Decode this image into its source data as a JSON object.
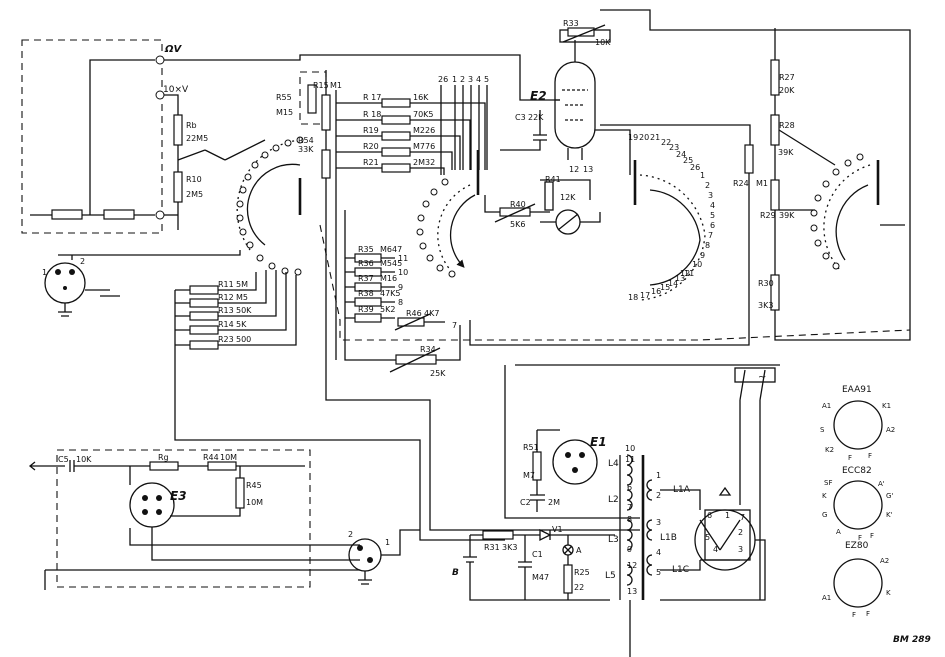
{
  "sheet_id": "BM 289",
  "labels": {
    "omega_v": "ΩV",
    "ten_x_v": "10×V",
    "tube_e2": "E2",
    "tube_e1": "E1",
    "tube_e3": "E3",
    "battery": "B",
    "lamp": "A",
    "mains_symbol": "~"
  },
  "resistors": {
    "rb": [
      "Rb",
      "22M5"
    ],
    "r10": [
      "R10",
      "2M5"
    ],
    "r55": [
      "R55",
      "M15"
    ],
    "r15": [
      "R15",
      "M1"
    ],
    "r54": [
      "R54",
      "33K"
    ],
    "r17": [
      "R 17",
      "16K"
    ],
    "r18": [
      "R 18",
      "70K5"
    ],
    "r19": [
      "R19",
      "M226"
    ],
    "r20": [
      "R20",
      "M776"
    ],
    "r21": [
      "R21",
      "2M32"
    ],
    "r33": [
      "R33",
      "10K"
    ],
    "r40": [
      "R40",
      "5K6"
    ],
    "r41": [
      "R41",
      "12K"
    ],
    "r35": [
      "R35",
      "M647"
    ],
    "r36": [
      "R36",
      "M545"
    ],
    "r37": [
      "R37",
      "M16"
    ],
    "r38": [
      "R38",
      "47K5"
    ],
    "r39": [
      "R39",
      "5K2"
    ],
    "r46": [
      "R46",
      "4K7"
    ],
    "r34": [
      "R34",
      "25K"
    ],
    "r27": [
      "R27",
      "20K"
    ],
    "r28": [
      "R28",
      "39K"
    ],
    "r29": [
      "R29",
      "39K"
    ],
    "r30": [
      "R30",
      "3K3"
    ],
    "r24": [
      "R24",
      "M1"
    ],
    "r11": [
      "R11",
      "5M"
    ],
    "r12": [
      "R12",
      "M5"
    ],
    "r13": [
      "R13",
      "50K"
    ],
    "r14": [
      "R14",
      "5K"
    ],
    "r23": [
      "R23",
      "500"
    ],
    "r51": [
      "R51",
      "M7"
    ],
    "r45": [
      "R45",
      "10M"
    ],
    "r44": [
      "R44",
      "10M"
    ],
    "rg": [
      "Rg",
      ""
    ],
    "r31": [
      "R31",
      "3K3"
    ],
    "r25": [
      "R25",
      "22"
    ]
  },
  "capacitors": {
    "c3": [
      "C3",
      "22K"
    ],
    "c2": [
      "C2",
      "2M"
    ],
    "c5": [
      "C5",
      "10K"
    ],
    "c1": [
      "C1",
      "M47"
    ],
    "v1": "V1"
  },
  "switch_numbers": {
    "left_top": [
      "26",
      "1",
      "2",
      "3",
      "4",
      "5"
    ],
    "mid_right_outputs": [
      "11",
      "10",
      "9",
      "8",
      "7"
    ],
    "e2_pins": [
      "12",
      "13"
    ],
    "right_upper": [
      "19",
      "20",
      "21",
      "22",
      "23",
      "24",
      "25",
      "26"
    ],
    "right_side": [
      "1",
      "2",
      "3",
      "4",
      "5",
      "6",
      "7",
      "8",
      "9",
      "10",
      "11"
    ],
    "right_bottom": [
      "18",
      "17",
      "16",
      "15",
      "14",
      "13",
      "12"
    ],
    "connector_pins": [
      "1",
      "2"
    ]
  },
  "transformer": {
    "windings": [
      "L4",
      "L2",
      "L3",
      "L5",
      "L1A",
      "L1B",
      "L1C"
    ],
    "pins": [
      "10",
      "11",
      "6",
      "7",
      "8",
      "9",
      "12",
      "13",
      "1",
      "2",
      "3",
      "4",
      "5"
    ]
  },
  "rectifier_pins": [
    "6",
    "1",
    "7",
    "5",
    "4",
    "2",
    "3"
  ],
  "tube_bases": [
    {
      "name": "EAA91",
      "pins": [
        "A1",
        "K1",
        "S",
        "A2",
        "K2",
        "F",
        "F"
      ]
    },
    {
      "name": "ECC82",
      "pins": [
        "SF",
        "A'",
        "K",
        "G'",
        "G",
        "K'",
        "A",
        "F",
        "F"
      ]
    },
    {
      "name": "EZ80",
      "pins": [
        "A2",
        "A1",
        "K",
        "F",
        "F"
      ]
    }
  ]
}
